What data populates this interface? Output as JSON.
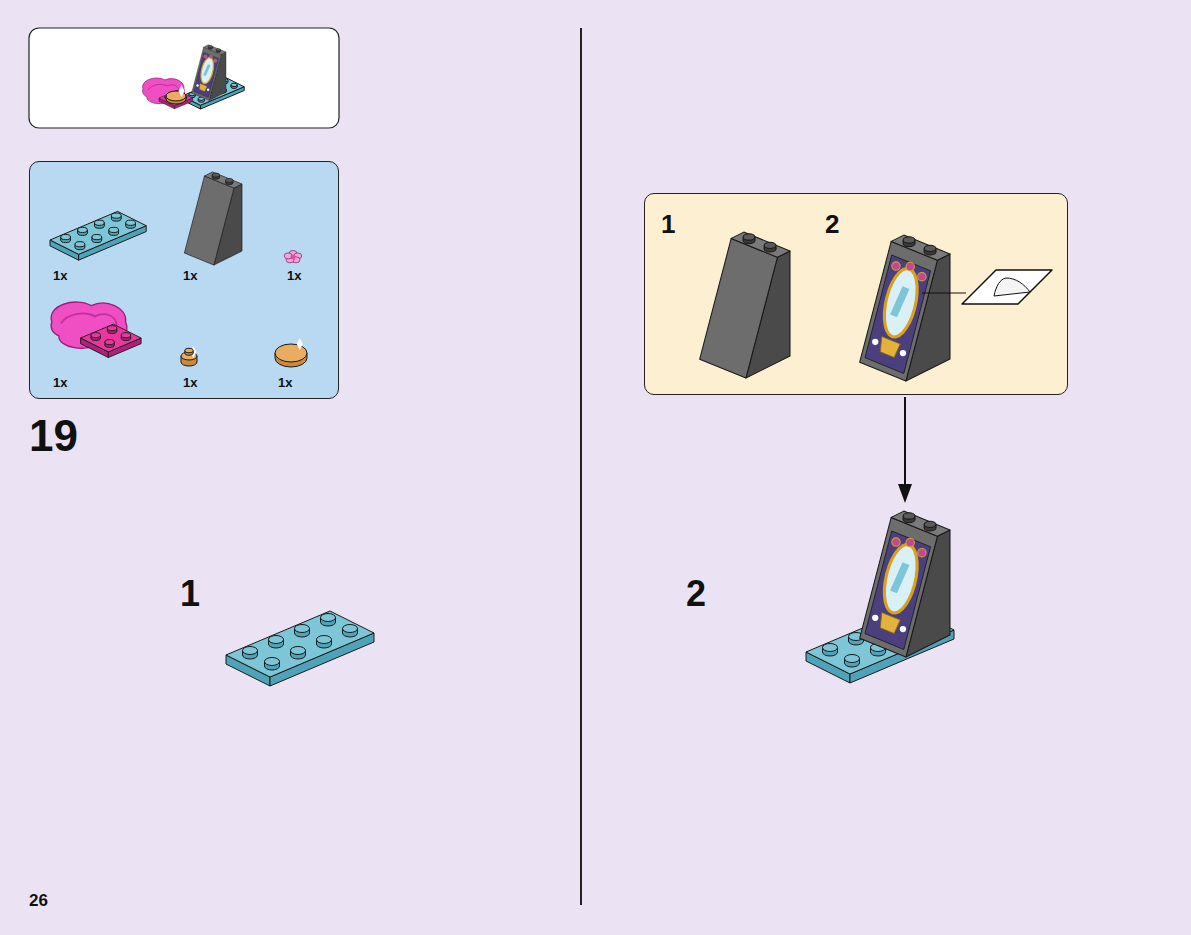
{
  "diagram": {
    "nodes": [
      {
        "text": [
          "1x",
          "1x",
          "1x",
          "1x",
          "1x",
          "1x"
        ]
      },
      {
        "text": [
          "1",
          "2"
        ]
      }
    ],
    "labels": [
      "19",
      "1",
      "2",
      "26"
    ]
  }
}
